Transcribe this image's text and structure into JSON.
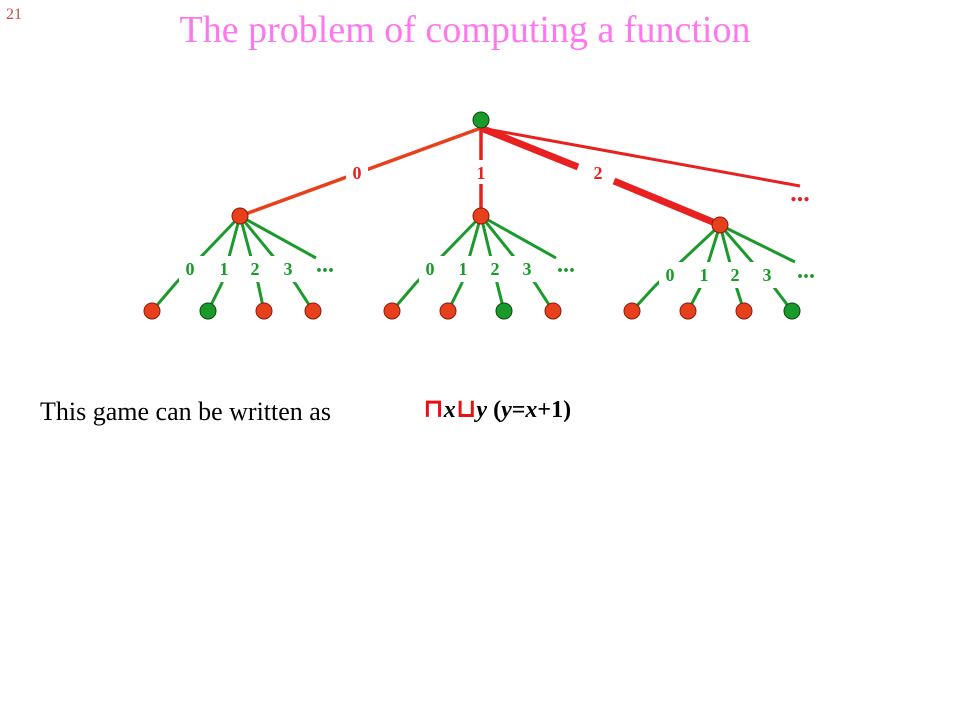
{
  "slide_number": "21",
  "title": "The problem of computing a function",
  "caption": "This game can be written as",
  "formula": {
    "quantifier_1": "⊓",
    "var_1": "x",
    "quantifier_2": "⊔",
    "var_2": "y",
    "body_open": " (",
    "y": "y",
    "eq": "=",
    "x": "x",
    "tail": "+1)"
  },
  "top_edge_labels": [
    "0",
    "1",
    "2"
  ],
  "child_edge_labels": [
    "0",
    "1",
    "2",
    "3"
  ],
  "ellipsis": "...",
  "colors": {
    "red_node": "#e8401c",
    "green_node": "#1a9a2a",
    "red_edge": "#e82020",
    "green_edge": "#1a9a2a",
    "title": "#ff77ee"
  },
  "leaf_states": [
    [
      "red",
      "green",
      "red",
      "red"
    ],
    [
      "red",
      "red",
      "green",
      "red"
    ],
    [
      "red",
      "red",
      "red",
      "green"
    ]
  ]
}
